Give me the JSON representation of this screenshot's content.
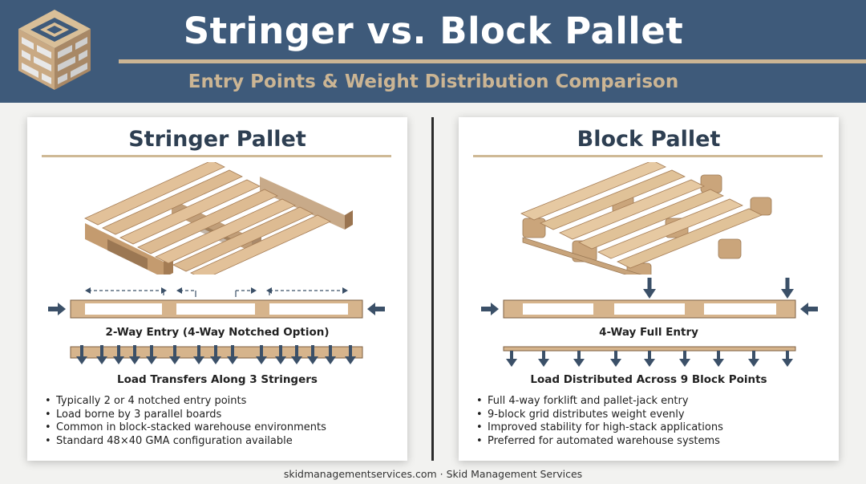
{
  "header": {
    "title": "Stringer vs. Block Pallet",
    "subtitle": "Entry Points & Weight Distribution Comparison"
  },
  "colors": {
    "header_bg": "#3e5a7a",
    "accent_tan": "#cbb594",
    "arrow_navy": "#3b5068",
    "wood": "#d6b48c"
  },
  "stringer": {
    "title": "Stringer Pallet",
    "entry_caption": "2-Way Entry (4-Way Notched Option)",
    "load_caption": "Load Transfers Along 3 Stringers",
    "bullets": [
      "Typically 2 or 4 notched entry points",
      "Load borne by 3 parallel boards",
      "Common in block-stacked warehouse environments",
      "Standard 48×40 GMA configuration available"
    ]
  },
  "block": {
    "title": "Block Pallet",
    "entry_caption": "4-Way Full Entry",
    "load_caption": "Load Distributed Across 9 Block Points",
    "bullets": [
      "Full 4-way forklift and pallet-jack entry",
      "9-block grid distributes weight evenly",
      "Improved stability for high-stack applications",
      "Preferred for automated warehouse systems"
    ]
  },
  "footer": {
    "text": "skidmanagementservices.com · Skid Management Services"
  }
}
